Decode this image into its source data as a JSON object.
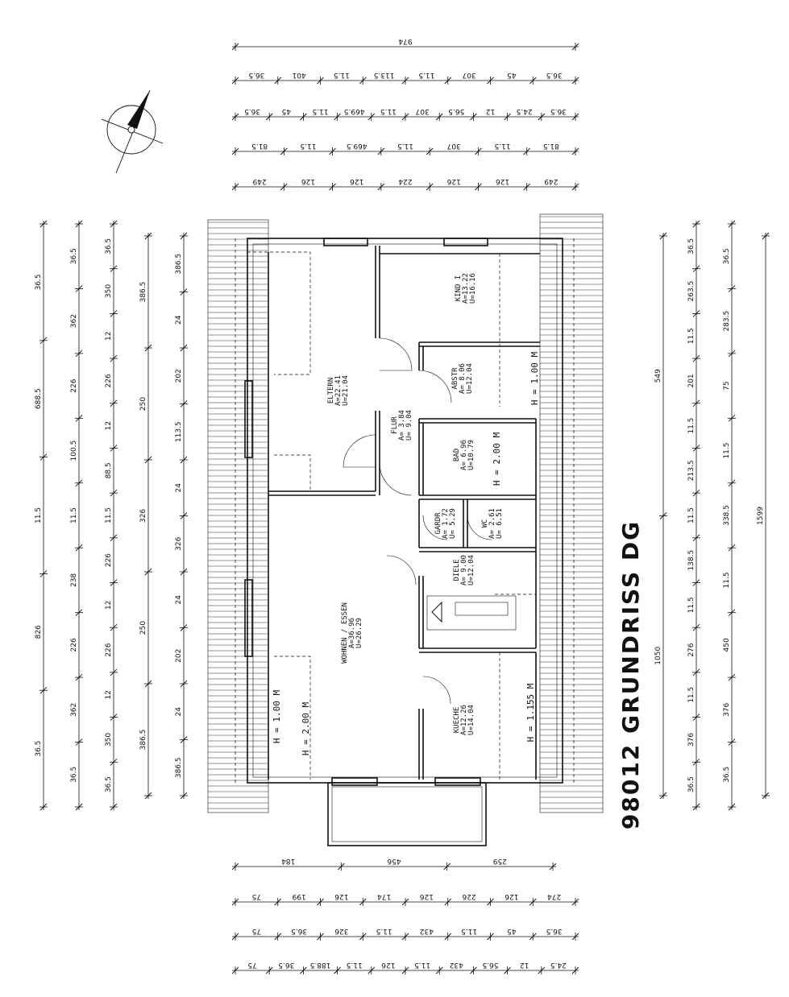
{
  "title": "98012 GRUNDRISS DG",
  "rooms": {
    "eltern": {
      "name": "ELTERN",
      "area": "A=22.41",
      "perimeter": "U=21.04"
    },
    "kind": {
      "name": "KIND I",
      "area": "A=13.22",
      "perimeter": "U=16.16"
    },
    "abstr": {
      "name": "ABSTR",
      "area": "A= 8.06",
      "perimeter": "U=12.04"
    },
    "flur": {
      "name": "FLUR",
      "area": "A= 3.84",
      "perimeter": "U= 9.04"
    },
    "bad": {
      "name": "BAD",
      "area": "A= 6.96",
      "perimeter": "U=10.79"
    },
    "gardr": {
      "name": "GARDR",
      "area": "A= 1.72",
      "perimeter": "U= 5.29"
    },
    "wc": {
      "name": "WC",
      "area": "A= 2.61",
      "perimeter": "U= 6.51"
    },
    "diele": {
      "name": "DIELE",
      "area": "A= 9.00",
      "perimeter": "U=12.04"
    },
    "wohnen": {
      "name": "WOHNEN / ESSEN",
      "area": "A=36.96",
      "perimeter": "U=26.29"
    },
    "kueche": {
      "name": "KUECHE",
      "area": "A=12.26",
      "perimeter": "U=14.04"
    }
  },
  "height_notes": {
    "h100_right": "H = 1.00 M",
    "h200_bad": "H = 2.00 M",
    "h1155": "H = 1.155 M",
    "h100_left": "H = 1.00 M",
    "h200_left": "H = 2.00 M"
  },
  "dims": {
    "top1": [
      "974"
    ],
    "top2": [
      "36.5",
      "45",
      "307",
      "11.5",
      "113.5",
      "11.5",
      "401",
      "36.5"
    ],
    "top3": [
      "36.5",
      "24.5",
      "12",
      "56.5",
      "307",
      "11.5",
      "469.5",
      "11.5",
      "45",
      "36.5"
    ],
    "top4": [
      "81.5",
      "11.5",
      "307",
      "11.5",
      "469.5",
      "11.5",
      "81.5"
    ],
    "top5": [
      "249",
      "126",
      "126",
      "224",
      "126",
      "126",
      "249"
    ],
    "bot1": [
      "259",
      "456",
      "184"
    ],
    "bot2": [
      "274",
      "126",
      "226",
      "126",
      "174",
      "126",
      "199",
      "75"
    ],
    "bot3": [
      "36.5",
      "45",
      "11.5",
      "432",
      "11.5",
      "326",
      "36.5",
      "75"
    ],
    "bot4": [
      "24.5",
      "12",
      "56.5",
      "432",
      "11.5",
      "126",
      "11.5",
      "188.5",
      "36.5",
      "75"
    ],
    "left1": [
      "36.5",
      "688.5",
      "11.5",
      "826",
      "36.5"
    ],
    "left2": [
      "36.5",
      "362",
      "226",
      "100.5",
      "11.5",
      "238",
      "226",
      "362",
      "36.5"
    ],
    "left3": [
      "36.5",
      "350",
      "12",
      "226",
      "12",
      "88.5",
      "11.5",
      "226",
      "12",
      "226",
      "12",
      "350",
      "36.5"
    ],
    "left4": [
      "386.5",
      "250",
      "326",
      "250",
      "386.5"
    ],
    "left5": [
      "386.5",
      "24",
      "202",
      "113.5",
      "24",
      "326",
      "24",
      "202",
      "24",
      "386.5"
    ],
    "right1": [
      "549",
      "1050"
    ],
    "right2": [
      "36.5",
      "263.5",
      "11.5",
      "201",
      "11.5",
      "213.5",
      "11.5",
      "138.5",
      "11.5",
      "276",
      "11.5",
      "376",
      "36.5"
    ],
    "right3": [
      "36.5",
      "283.5",
      "75",
      "11.5",
      "338.5",
      "11.5",
      "450",
      "376",
      "36.5"
    ],
    "right4": [
      "1599"
    ]
  }
}
